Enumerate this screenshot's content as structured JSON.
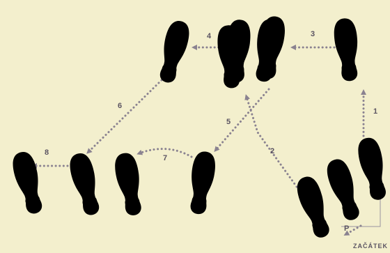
{
  "colors": {
    "background": "#f3efcd",
    "light_foot": "#d9d8ec",
    "light_foot_outline": "#7d7aa6",
    "dark_foot": "#5a4a98",
    "dark_foot_outline": "#372c6e",
    "heel": "#f6f3f9",
    "path": "#8a8290",
    "label": "#5b5462"
  },
  "step_labels": {
    "s1": "1",
    "s2": "2",
    "s3": "3",
    "s4": "4",
    "s5": "5",
    "s6": "6",
    "s7": "7",
    "s8": "8"
  },
  "marker_p": "P",
  "start_label": "ZAČÁTEK"
}
